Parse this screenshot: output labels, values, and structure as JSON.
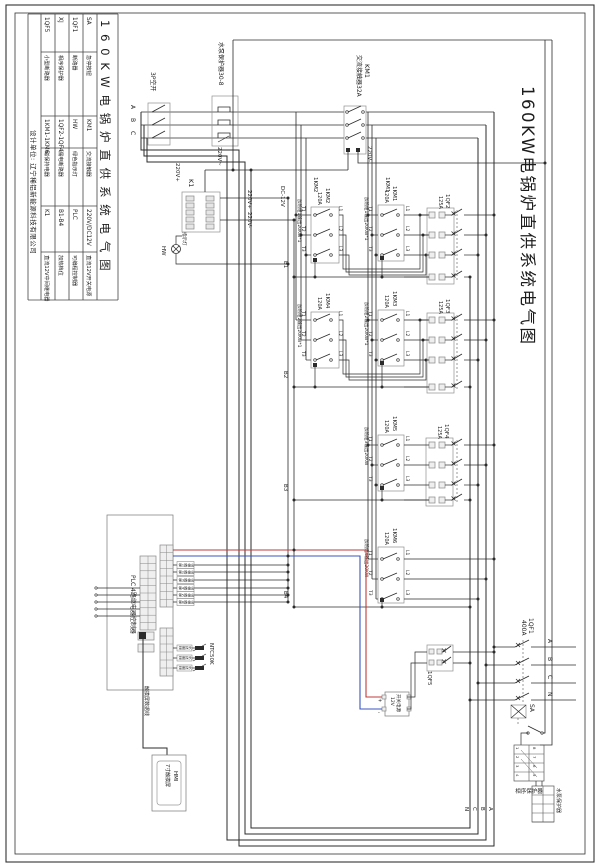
{
  "sheet": {
    "bigTitle": "160KW电锅炉直供系统电气图"
  },
  "legend": {
    "title": "160KW电锅炉直供系统电气图",
    "designer": "设计单位: 辽宁稀铝新能源科技有限公司",
    "rows": [
      [
        "SA",
        "急停按钮",
        "KM1",
        "交流接触器",
        "220V/DC12V",
        "直流12V开关电源"
      ],
      [
        "1QF1",
        "断路器",
        "HW",
        "绿色指示灯",
        "PLC",
        "可编程控制器"
      ],
      [
        "XJ",
        "相序保护器",
        "1QF2-1QF4",
        "漏电断路器",
        "B1-B4",
        "加热档位"
      ],
      [
        "1QF5",
        "小型断路器",
        "1KM1-1KM6",
        "磁保持电器",
        "K1",
        "直流12V中间继电器"
      ]
    ]
  },
  "labels": {
    "breaker3p": "3P空开",
    "phaseA": "A",
    "phaseB": "B",
    "phaseC": "C",
    "phaseN": "N",
    "pumpProtectorTop": "水泵保护器30-8",
    "km1Name": "KM1",
    "km1Desc": "交流接触器32A",
    "v220ac": "220V~",
    "v220plus": "220V+",
    "v220minus": "220V-",
    "k1": "K1",
    "hw": "HW",
    "indicator": "指示灯",
    "dc12": "DC-12V",
    "tag1km2": "1KM2",
    "tag1km1": "1KM1",
    "qf5": "1QF5",
    "qf1Name": "1QF1",
    "qf1Amp": "400A",
    "sa": "SA",
    "xjLabel": "相序保护器",
    "pump2": "水泵保护器",
    "ntc": "NTC50K"
  },
  "groups": [
    {
      "kmL": "1KM2",
      "kmR": "1KM1",
      "amp": "120A",
      "qf": "1QF2",
      "qfAmp": "125A",
      "load": "加热组1输出20KW*1",
      "b": "B1"
    },
    {
      "kmL": "1KM4",
      "kmR": "1KM3",
      "amp": "120A",
      "qf": "1QF3",
      "qfAmp": "125A",
      "load": "加热组2输出20KW*1",
      "b": "B2"
    },
    {
      "kmR": "1KM5",
      "amp": "120A",
      "qf": "1QF4",
      "qfAmp": "125A",
      "load": "加热组3输出20KW",
      "b": "B3"
    },
    {
      "kmR": "1KM6",
      "amp": "120A",
      "load": "加热组4输出20KW",
      "b": "B4"
    }
  ],
  "pins": {
    "t": [
      "T1",
      "T2",
      "T3"
    ],
    "l": [
      "L1",
      "L2",
      "L3"
    ]
  },
  "plc": {
    "name": "PLC 4路继电器控制器",
    "outputs": [
      "第1路输出",
      "第2路输出",
      "第3路输出",
      "第4路输出",
      "第5路输出",
      "第6路输出"
    ],
    "sensors": [
      "温度探头",
      "温度探头",
      "温度探头"
    ]
  },
  "hmi": {
    "name": "HMI",
    "desc": "7寸触摸屏",
    "cable": "触摸屏数据线"
  },
  "psu": {
    "name": "开关电源",
    "volt": "12V",
    "plus": "+",
    "minus": "-"
  },
  "xj": {
    "left": [
      "1",
      "2",
      "3",
      "4"
    ],
    "right": [
      "8",
      "7",
      "6",
      "5"
    ]
  },
  "colors": {
    "wire": "#2b2b2b",
    "outline": "#8f8f8f",
    "red": "#c23b3b",
    "blue": "#3a55c2"
  }
}
